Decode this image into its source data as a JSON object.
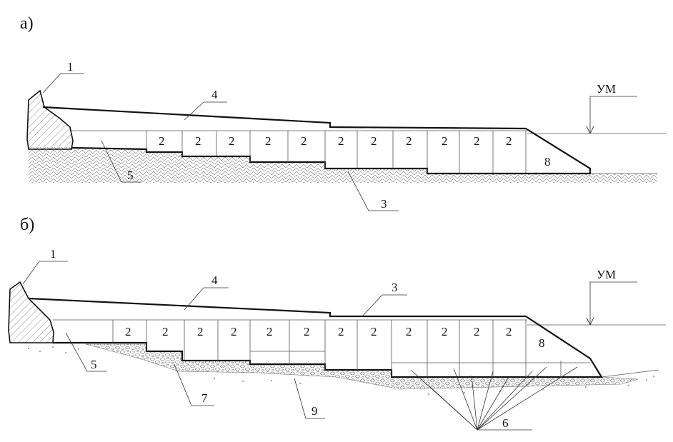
{
  "figure_a": {
    "label": "а)",
    "callouts": {
      "c1": "1",
      "c4": "4",
      "c5": "5",
      "c3": "3",
      "water": "УМ"
    },
    "block_label": "2",
    "end_label": "8"
  },
  "figure_b": {
    "label": "б)",
    "callouts": {
      "c1": "1",
      "c4": "4",
      "c3": "3",
      "c5": "5",
      "c7": "7",
      "c9": "9",
      "c6": "6",
      "water": "УМ"
    },
    "block_label": "2",
    "end_label": "8"
  },
  "colors": {
    "line": "#111111",
    "hatch": "#555555",
    "background": "#ffffff"
  }
}
